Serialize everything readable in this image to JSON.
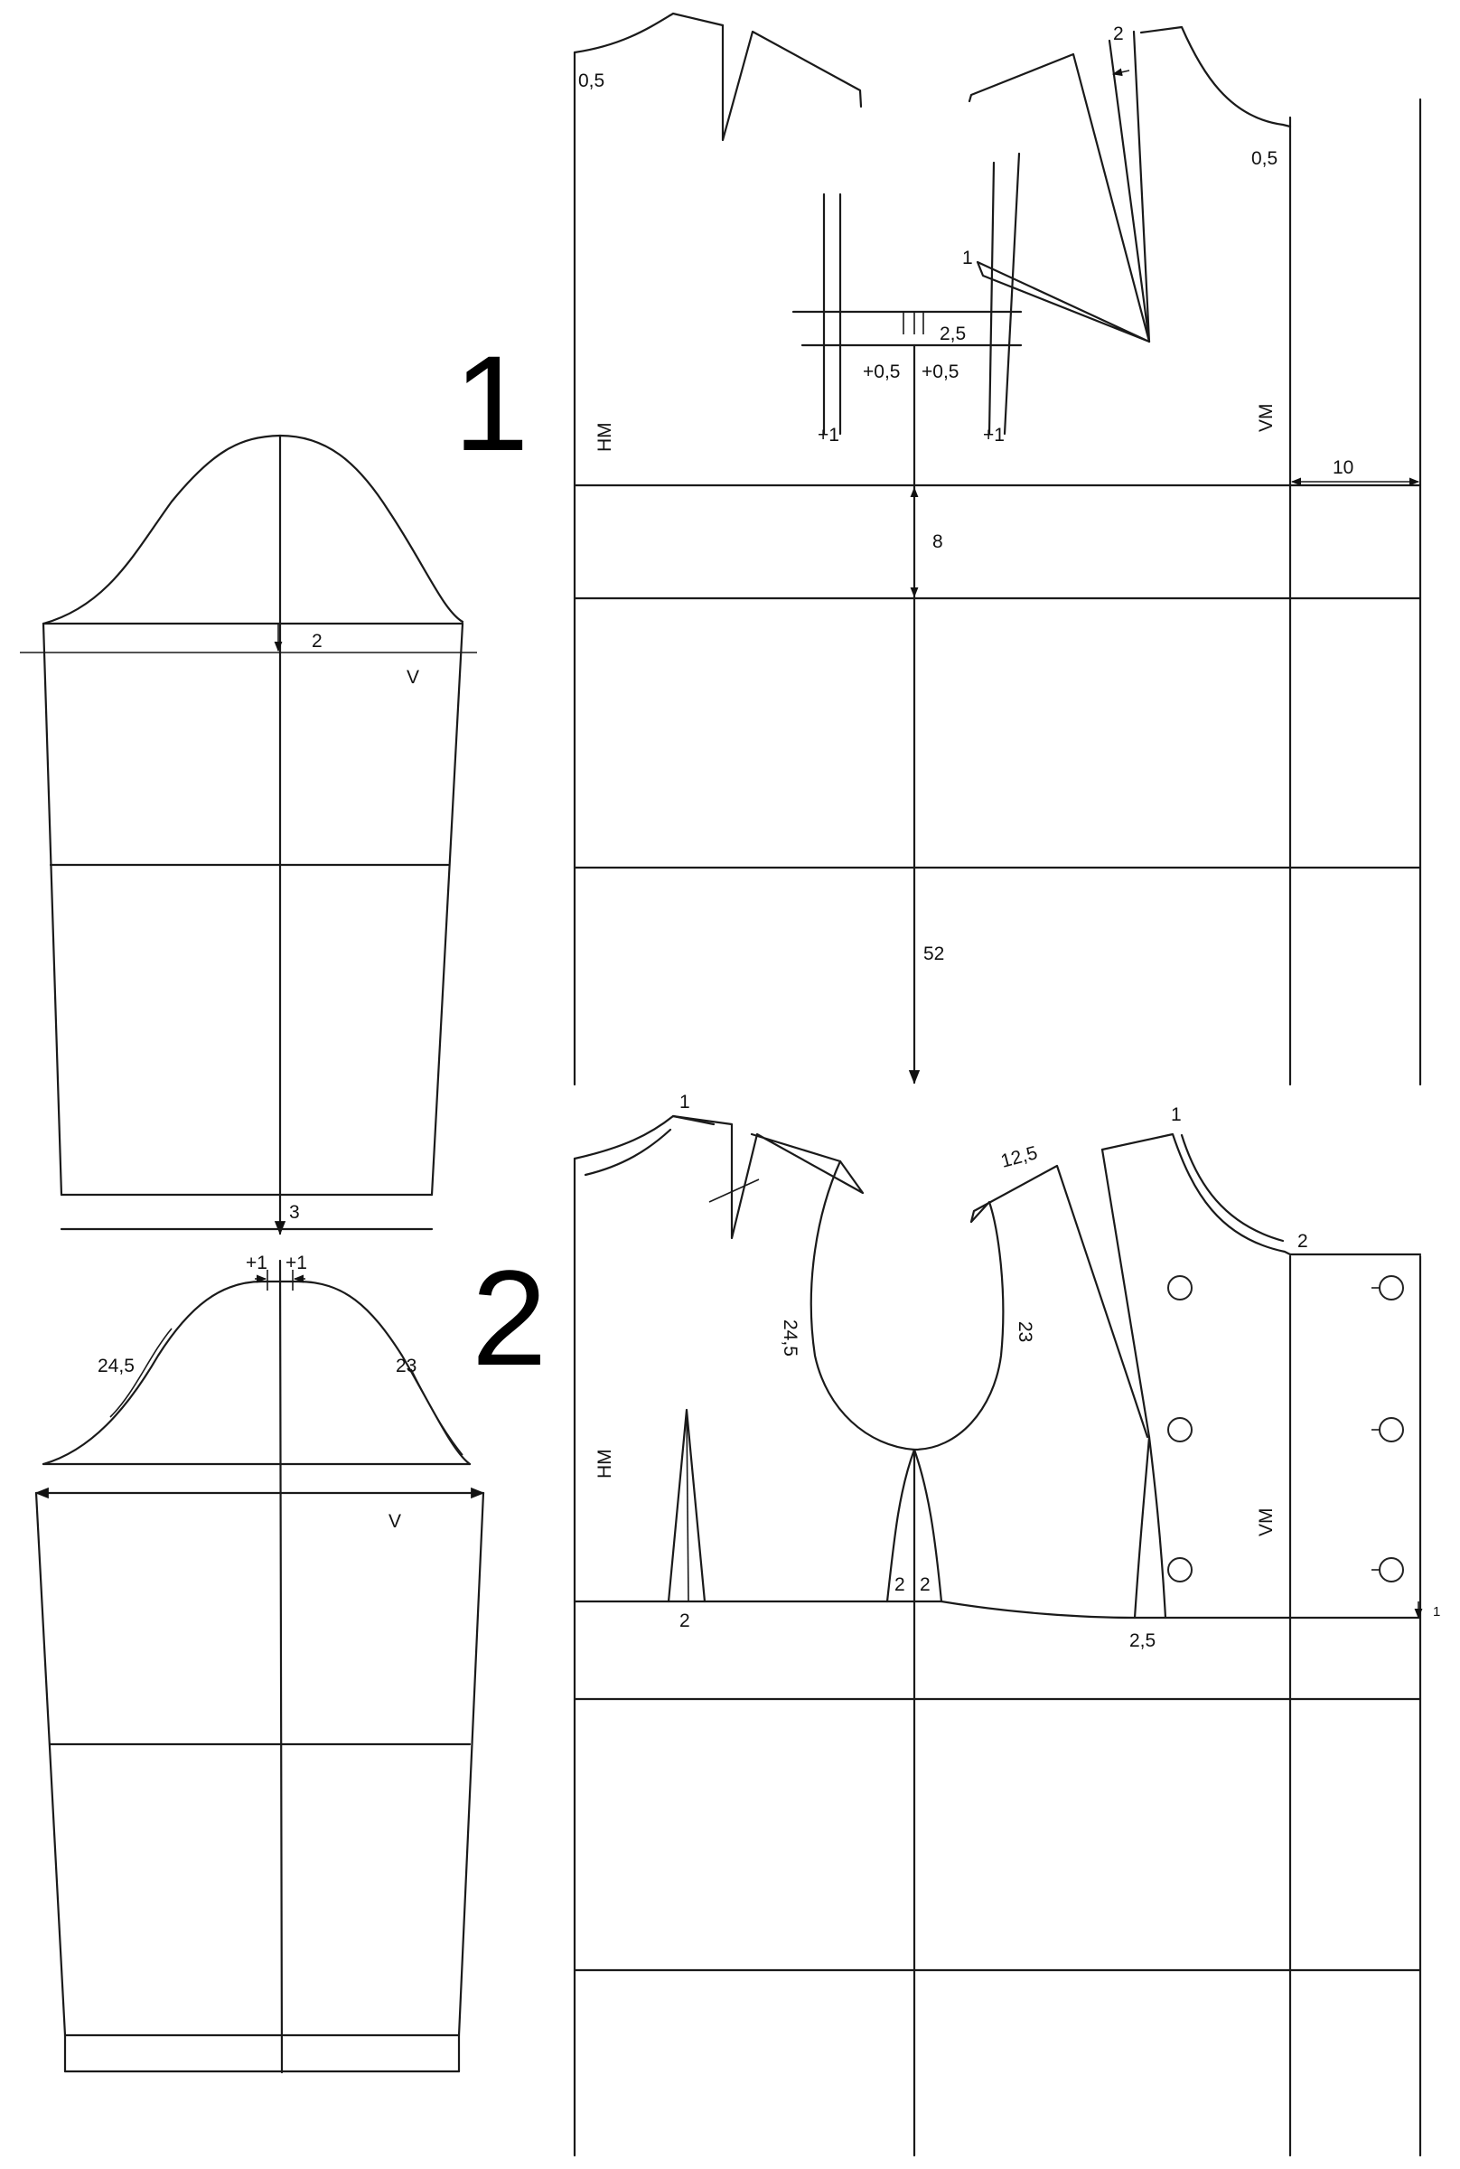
{
  "diagram": {
    "step1": {
      "figure_number": "1",
      "sleeve": {
        "cap_depth_label": "2",
        "armhole_label": "V",
        "hem_label": "3"
      },
      "bodice": {
        "back_neck_label": "0,5",
        "front_neck_label": "0,5",
        "shoulder_label": "2",
        "dart_point_label": "1",
        "dart_width_label": "2,5",
        "dart_shift_left": "+0,5",
        "dart_shift_right": "+0,5",
        "armhole_left_label": "+1",
        "armhole_right_label": "+1",
        "back_center_label": "HM",
        "front_center_label": "VM",
        "extension_label": "10",
        "yoke_depth_label": "8",
        "length_label": "52"
      }
    },
    "step2": {
      "figure_number": "2",
      "sleeve": {
        "cap_left_shift": "+1",
        "cap_right_shift": "+1",
        "back_cap_label": "24,5",
        "front_cap_label": "23",
        "armhole_label": "V"
      },
      "bodice": {
        "back_shoulder_label": "1",
        "front_shoulder_label": "1",
        "shoulder_length_label": "12,5",
        "back_armhole_label": "24,5",
        "front_armhole_label": "23",
        "neck_extension_label": "2",
        "back_dart_label": "2",
        "side_left_label": "2",
        "side_right_label": "2",
        "front_dart_label": "2,5",
        "hem_drop_label": "1",
        "back_center_label": "HM",
        "front_center_label": "VM"
      }
    }
  }
}
